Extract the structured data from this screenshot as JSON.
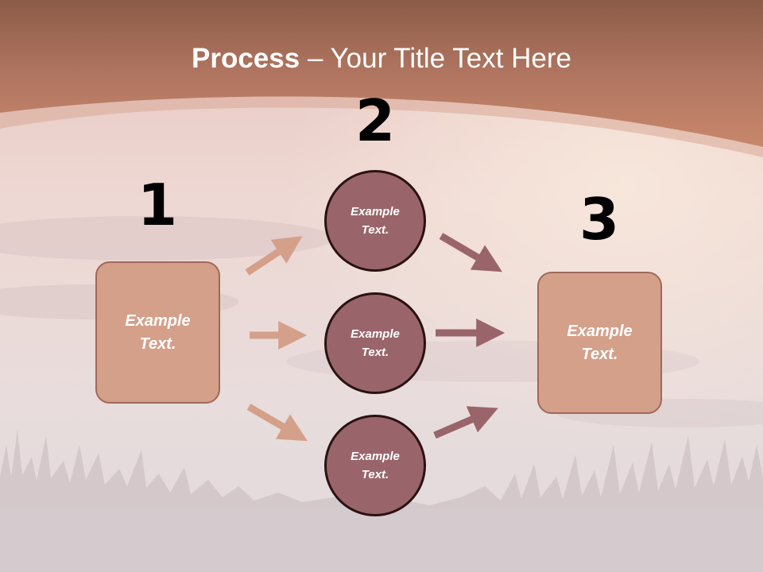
{
  "title": {
    "bold": "Process",
    "separator": " – ",
    "rest": "Your Title Text Here"
  },
  "steps": [
    {
      "number": "1"
    },
    {
      "number": "2"
    },
    {
      "number": "3"
    }
  ],
  "left_box": {
    "text": "Example Text."
  },
  "circles": [
    {
      "text": "Example Text."
    },
    {
      "text": "Example Text."
    },
    {
      "text": "Example Text."
    }
  ],
  "right_box": {
    "text": "Example Text."
  },
  "colors": {
    "header_band": "#b87862",
    "box_fill": "#d4a08a",
    "circle_fill": "#99656a",
    "arrow_light": "#d4a08a",
    "arrow_dark": "#99656a"
  }
}
